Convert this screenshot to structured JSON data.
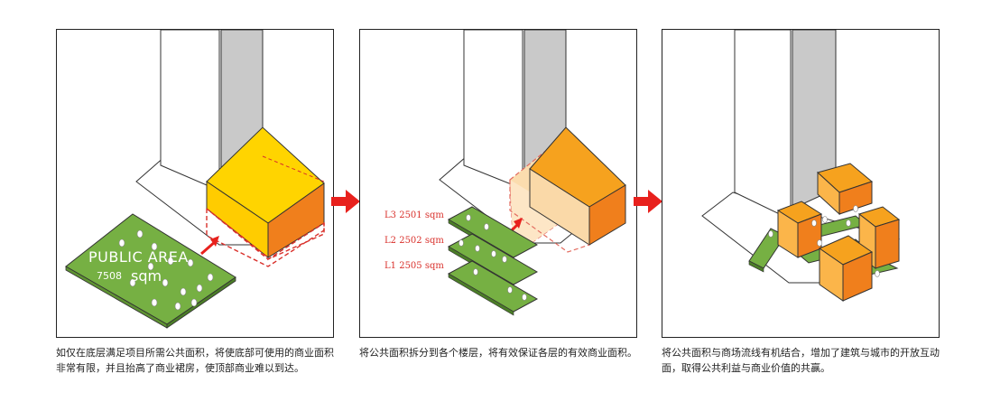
{
  "colors": {
    "accent_red": "#e8211d",
    "green": "#76b043",
    "yellow": "#ffd400",
    "orange": "#f6a21e",
    "dark_orange": "#f07f1c",
    "tower_grey": "#c9c9c9"
  },
  "panel1": {
    "public_area_label": "PUBLIC AREA",
    "area_value": "7508",
    "area_unit": "sqm"
  },
  "panel2": {
    "levels": [
      {
        "label": "L3",
        "value": "2501 sqm"
      },
      {
        "label": "L2",
        "value": "2502 sqm"
      },
      {
        "label": "L1",
        "value": "2505 sqm"
      }
    ]
  },
  "captions": {
    "panel1": "如仅在底层满足项目所需公共面积，将使底部可使用的商业面积非常有限，并且抬高了商业裙房，使顶部商业难以到达。",
    "panel2": "将公共面积拆分到各个楼层，将有效保证各层的有效商业面积。",
    "panel3": "将公共面积与商场流线有机结合，增加了建筑与城市的开放互动面，取得公共利益与商业价值的共赢。"
  }
}
